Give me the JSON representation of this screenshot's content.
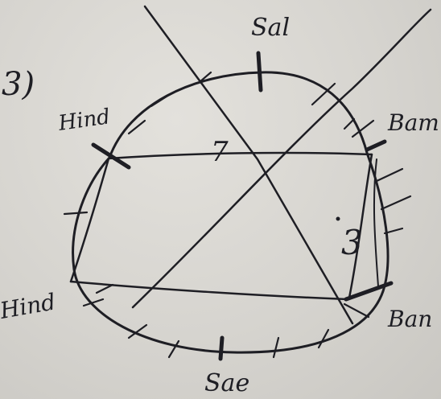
{
  "problem_label": "3)",
  "labels": {
    "top": "Sal",
    "bottom": "Sae",
    "upper_left": "Hind",
    "lower_left": "Hind",
    "upper_right": "Bam",
    "lower_right": "Ban",
    "diagonal_mark": "7",
    "side_mark": "3"
  },
  "ink_color": "#1e1e24"
}
